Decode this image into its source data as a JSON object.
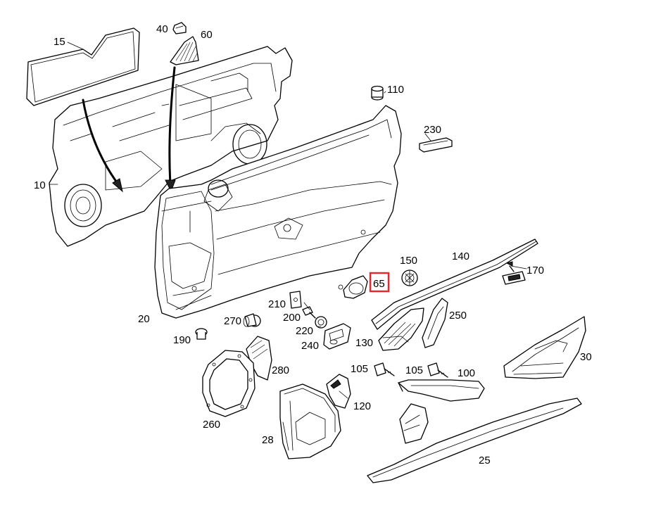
{
  "diagram": {
    "callouts": [
      {
        "key": "p10",
        "label": "10"
      },
      {
        "key": "p15",
        "label": "15"
      },
      {
        "key": "p20",
        "label": "20"
      },
      {
        "key": "p25",
        "label": "25"
      },
      {
        "key": "p28",
        "label": "28"
      },
      {
        "key": "p30",
        "label": "30"
      },
      {
        "key": "p40",
        "label": "40"
      },
      {
        "key": "p60",
        "label": "60"
      },
      {
        "key": "p65",
        "label": "65"
      },
      {
        "key": "p100",
        "label": "100"
      },
      {
        "key": "p105a",
        "label": "105"
      },
      {
        "key": "p105b",
        "label": "105"
      },
      {
        "key": "p110",
        "label": "110"
      },
      {
        "key": "p120",
        "label": "120"
      },
      {
        "key": "p130",
        "label": "130"
      },
      {
        "key": "p140",
        "label": "140"
      },
      {
        "key": "p150",
        "label": "150"
      },
      {
        "key": "p170",
        "label": "170"
      },
      {
        "key": "p190",
        "label": "190"
      },
      {
        "key": "p200",
        "label": "200"
      },
      {
        "key": "p210",
        "label": "210"
      },
      {
        "key": "p220",
        "label": "220"
      },
      {
        "key": "p230",
        "label": "230"
      },
      {
        "key": "p240",
        "label": "240"
      },
      {
        "key": "p250",
        "label": "250"
      },
      {
        "key": "p260",
        "label": "260"
      },
      {
        "key": "p270",
        "label": "270"
      },
      {
        "key": "p280",
        "label": "280"
      }
    ],
    "highlighted_callout": "65",
    "highlight_color": "#e8262b"
  }
}
